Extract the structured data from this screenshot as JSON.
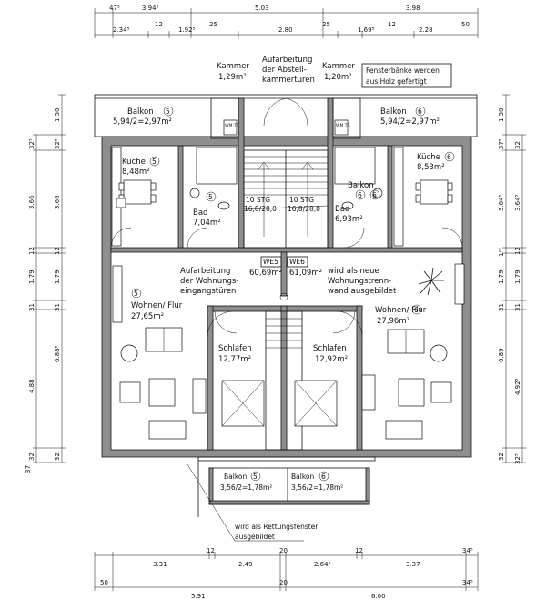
{
  "dimensions": {
    "top_row1": [
      "47⁵",
      "3.94⁵",
      "5.03",
      "3.98"
    ],
    "top_row2": [
      "2.34⁵",
      "12",
      "1.92⁵",
      "25",
      "2.80",
      "25",
      "1.69⁵",
      "12",
      "2.28",
      "50"
    ],
    "bottom_row1": [
      "3.31",
      "12",
      "2.49",
      "20",
      "2.64⁵",
      "12",
      "3.37",
      "34⁵"
    ],
    "bottom_row2": [
      "50",
      "5.91",
      "20",
      "6.00",
      "34⁵"
    ],
    "left_outer": [
      "32⁵",
      "3.66",
      "12",
      "1.79",
      "31",
      "4.88",
      "32",
      "37"
    ],
    "left_inner": [
      "1.50",
      "32⁵",
      "3.66",
      "12",
      "1.79",
      "31",
      "6.88⁵",
      "32"
    ],
    "right_inner": [
      "1.50",
      "37⁵",
      "3.64⁵",
      "1¹⁵",
      "1.79",
      "31",
      "6.89",
      "32"
    ],
    "right_outer": [
      "32",
      "3.64⁵",
      "12",
      "1.79",
      "31",
      "4.92⁵",
      "32⁵"
    ]
  },
  "rooms": {
    "balkon_left": {
      "name": "Balkon",
      "num": "5",
      "area": "5,94/2=2,97m²"
    },
    "balkon_right": {
      "name": "Balkon",
      "num": "6",
      "area": "5,94/2=2,97m²"
    },
    "kuche_left": {
      "name": "Küche",
      "num": "5",
      "area": "8,48m²"
    },
    "kuche_right": {
      "name": "Küche",
      "num": "6",
      "area": "8,53m²"
    },
    "bad_left": {
      "name": "Bad",
      "num": "5",
      "area": "7,04m²"
    },
    "bad_right": {
      "name": "Bad",
      "num": "6",
      "area": "6,93m²"
    },
    "wohnen_left": {
      "name": "Wohnen/ Flur",
      "num": "5",
      "area": "27,65m²"
    },
    "wohnen_right": {
      "name": "Wohnen/ Flur",
      "num": "6",
      "area": "27,96m²"
    },
    "schlafen_left": {
      "name": "Schlafen",
      "area": "12,77m²"
    },
    "schlafen_right": {
      "name": "Schlafen",
      "area": "12,92m²"
    },
    "balkon_front_left": {
      "name": "Balkon",
      "num": "5",
      "area": "3,56/2=1,78m²"
    },
    "balkon_front_right": {
      "name": "Balkon",
      "num": "6",
      "area": "3,56/2=1,78m²"
    }
  },
  "kammer_left": {
    "line1": "Kammer",
    "line2": "1,29m²"
  },
  "kammer_right": {
    "line1": "Kammer",
    "line2": "1,20m²"
  },
  "wm_tr": "WM TR",
  "notes": {
    "abstell_1": "Aufarbeitung",
    "abstell_2": "der Abstell-",
    "abstell_3": "kammertüren",
    "fenster_1": "Fensterbänke werden",
    "fenster_2": "aus Holz gefertigt",
    "wohnung_1": "Aufarbeitung",
    "wohnung_2": "der Wohnungs-",
    "wohnung_3": "eingangstüren",
    "trenn_1": "wird als neue",
    "trenn_2": "Wohnungstrenn-",
    "trenn_3": "wand ausgebildet",
    "rettung_1": "wird als Rettungsfenster",
    "rettung_2": "ausgebildet"
  },
  "we5": {
    "label": "WE5",
    "area": "60,69m²"
  },
  "we6": {
    "label": "WE6",
    "area": "61,09m²"
  },
  "stairs": {
    "left_label": "10 STG",
    "left_ratio": "16,8/28,0",
    "right_label": "10 STG",
    "right_ratio": "16,8/28,0"
  }
}
